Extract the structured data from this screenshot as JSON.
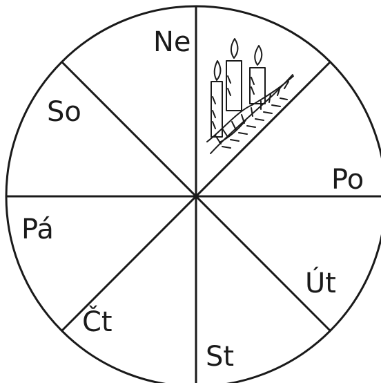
{
  "wheel": {
    "line_color": "#1a1a1a",
    "segments": [
      {
        "label": "Ne"
      },
      {
        "label": "Po"
      },
      {
        "label": "Út"
      },
      {
        "label": "St"
      },
      {
        "label": "Čt"
      },
      {
        "label": "Pá"
      },
      {
        "label": "So"
      }
    ],
    "drawing": {
      "icon": "advent-candles-icon"
    }
  }
}
